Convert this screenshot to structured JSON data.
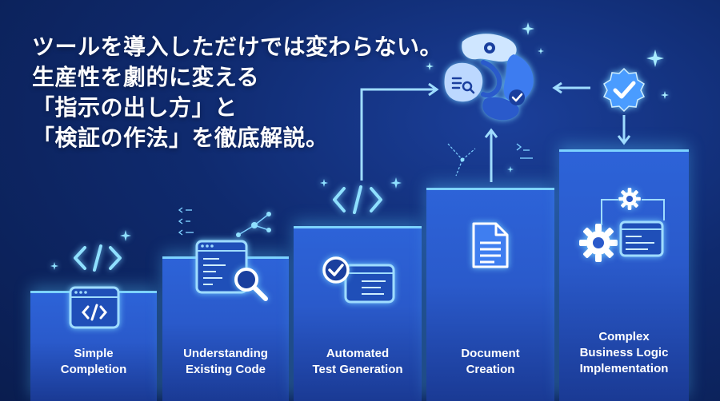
{
  "headline": {
    "line1": "ツールを導入しただけでは変わらない。",
    "line2": "生産性を劇的に変える",
    "line3": "「指示の出し方」と",
    "line4": "「検証の作法」を徹底解説。"
  },
  "steps": [
    {
      "line1": "Simple",
      "line2": "Completion",
      "line3": ""
    },
    {
      "line1": "Understanding",
      "line2": "Existing Code",
      "line3": ""
    },
    {
      "line1": "Automated",
      "line2": "Test Generation",
      "line3": ""
    },
    {
      "line1": "Document",
      "line2": "Creation",
      "line3": ""
    },
    {
      "line1": "Complex",
      "line2": "Business Logic",
      "line3": "Implementation"
    }
  ],
  "colors": {
    "background": "#0f2a6e",
    "step_fill": "#2d63d8",
    "glow_accent": "#7dd3ff",
    "icon_stroke": "#9fdcff"
  },
  "icons": [
    "code-brackets-icon",
    "browser-window-icon",
    "magnifier-icon",
    "network-nodes-icon",
    "check-badge-icon",
    "document-icon",
    "gear-icon",
    "ai-hub-icon",
    "verified-badge-icon",
    "sparkle-icon",
    "arrow-icon"
  ]
}
